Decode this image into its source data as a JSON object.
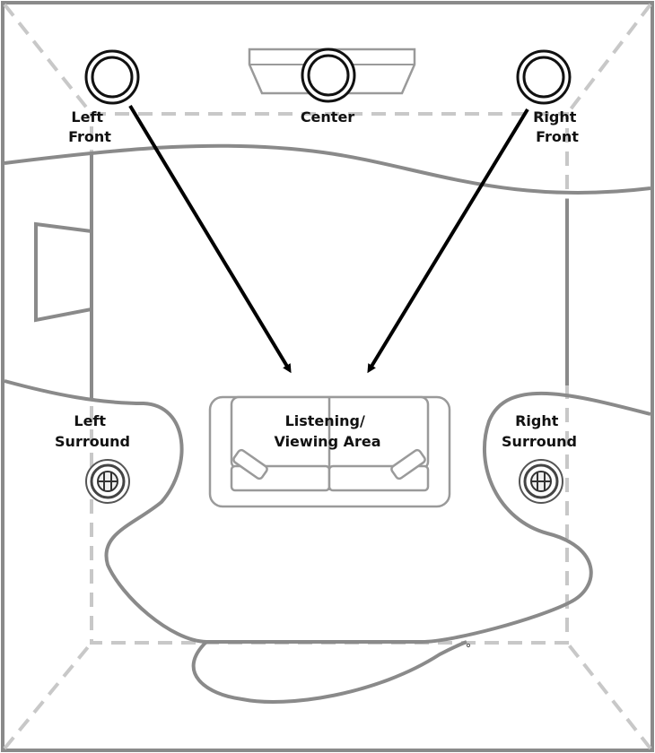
{
  "labels": {
    "left_front": [
      "Left",
      "Front"
    ],
    "center": "Center",
    "right_front": [
      "Right",
      "Front"
    ],
    "left_surround": [
      "Left",
      "Surround"
    ],
    "right_surround": [
      "Right",
      "Surround"
    ],
    "listening_area": [
      "Listening/",
      "Viewing Area"
    ]
  },
  "colors": {
    "wall": "#8a8a8a",
    "dashed_guide": "#c8c8c8",
    "arrow": "#000000",
    "speaker_ring": "#111111"
  },
  "icons": {
    "front_speakers": "round-speaker-icon",
    "surround_speakers": "in-ceiling-speaker-icon",
    "seating": "sofa-icon"
  }
}
